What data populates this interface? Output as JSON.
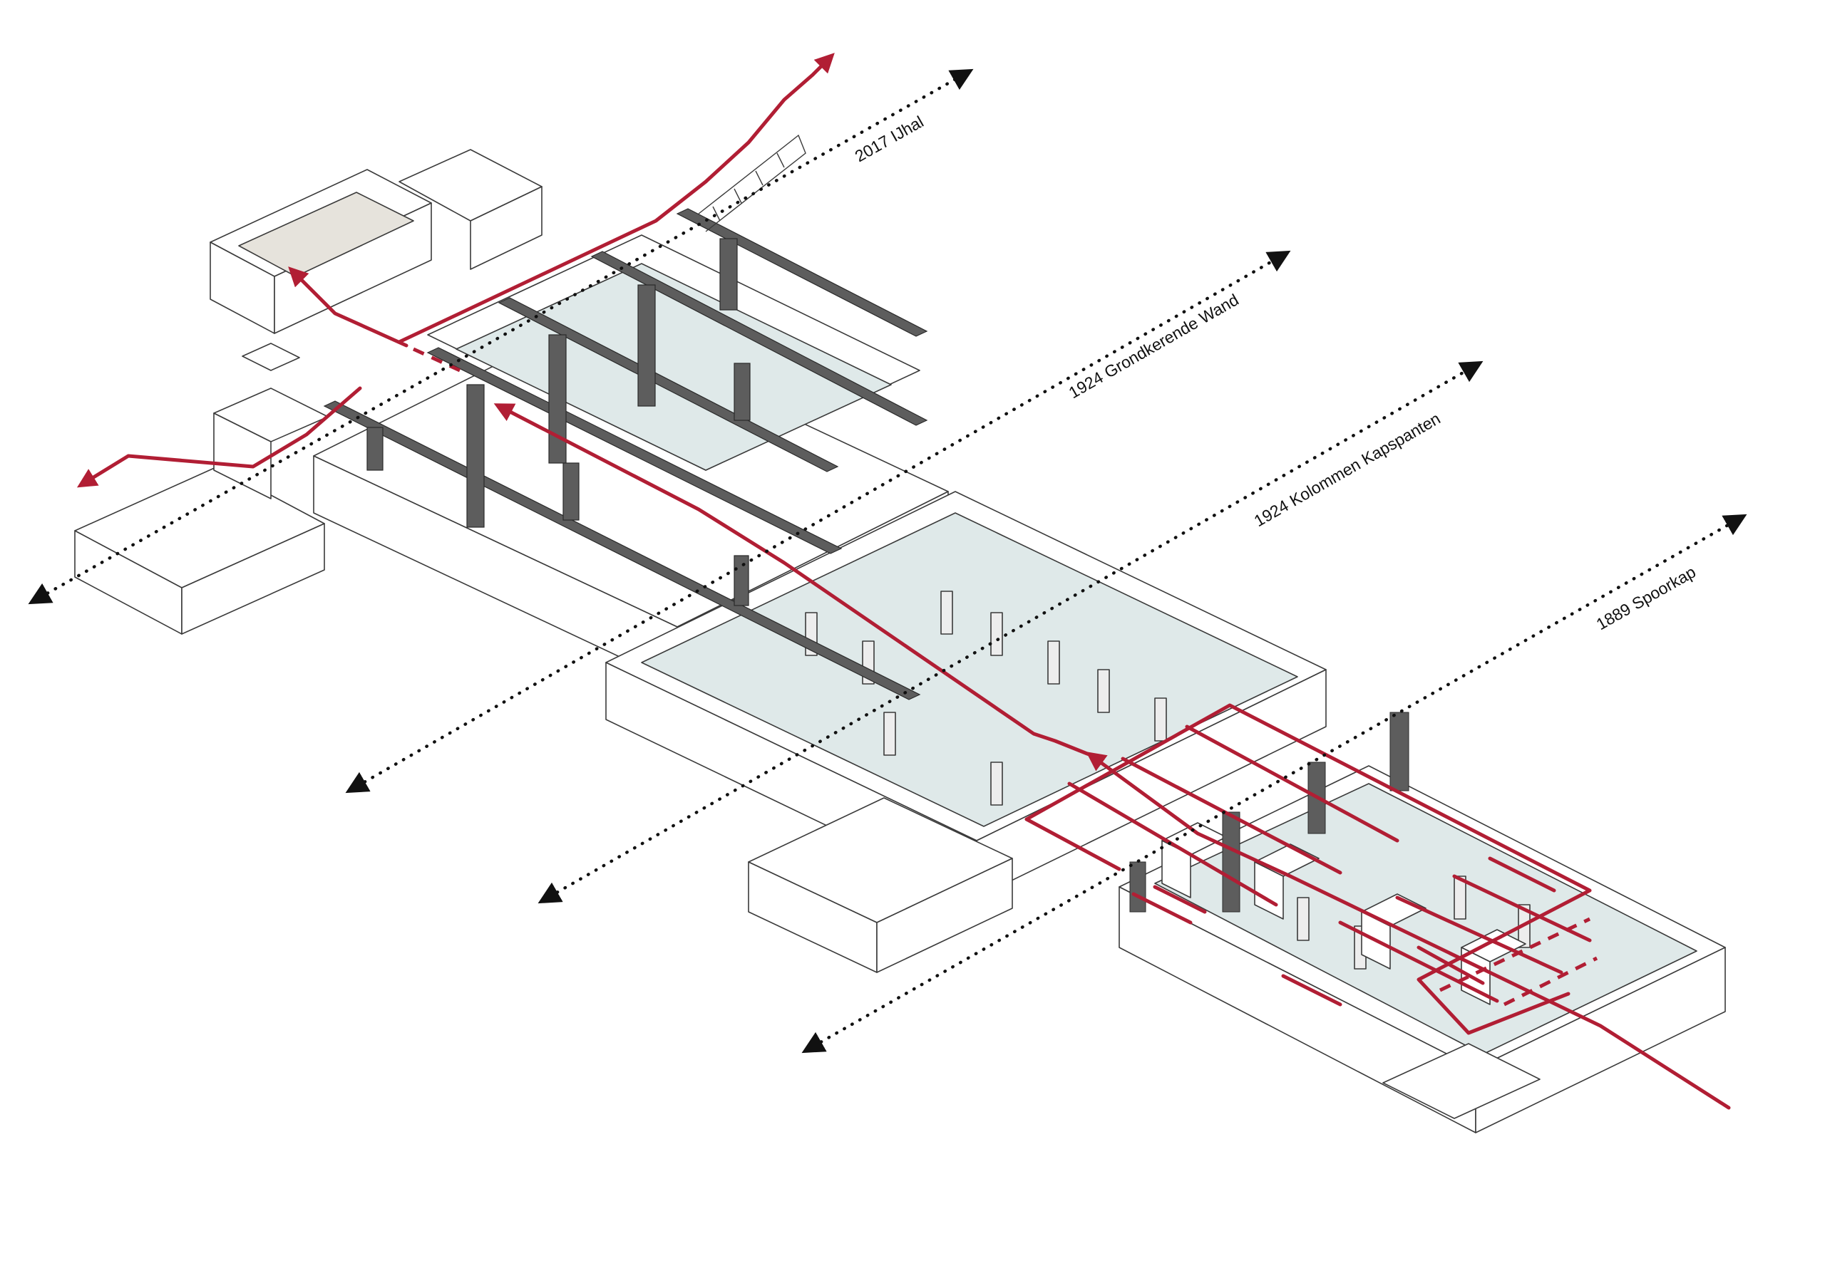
{
  "colors": {
    "route": "#b11e34",
    "floor": "#dfe9e9",
    "beam": "#5d5d5d",
    "line": "#3a3a3a",
    "fill_wall": "#ffffff",
    "axis": "#111111"
  },
  "axes": [
    {
      "id": "axis-2017",
      "label": "2017  IJhal"
    },
    {
      "id": "axis-1924-wand",
      "label": "1924  Grondkerende Wand"
    },
    {
      "id": "axis-1924-kolommen",
      "label": "1924  Kolommen Kapspanten"
    },
    {
      "id": "axis-1889",
      "label": "1889  Spoorkap"
    }
  ],
  "icons": {
    "axis_end": "arrowhead-icon",
    "route_end": "route-arrow-icon"
  }
}
